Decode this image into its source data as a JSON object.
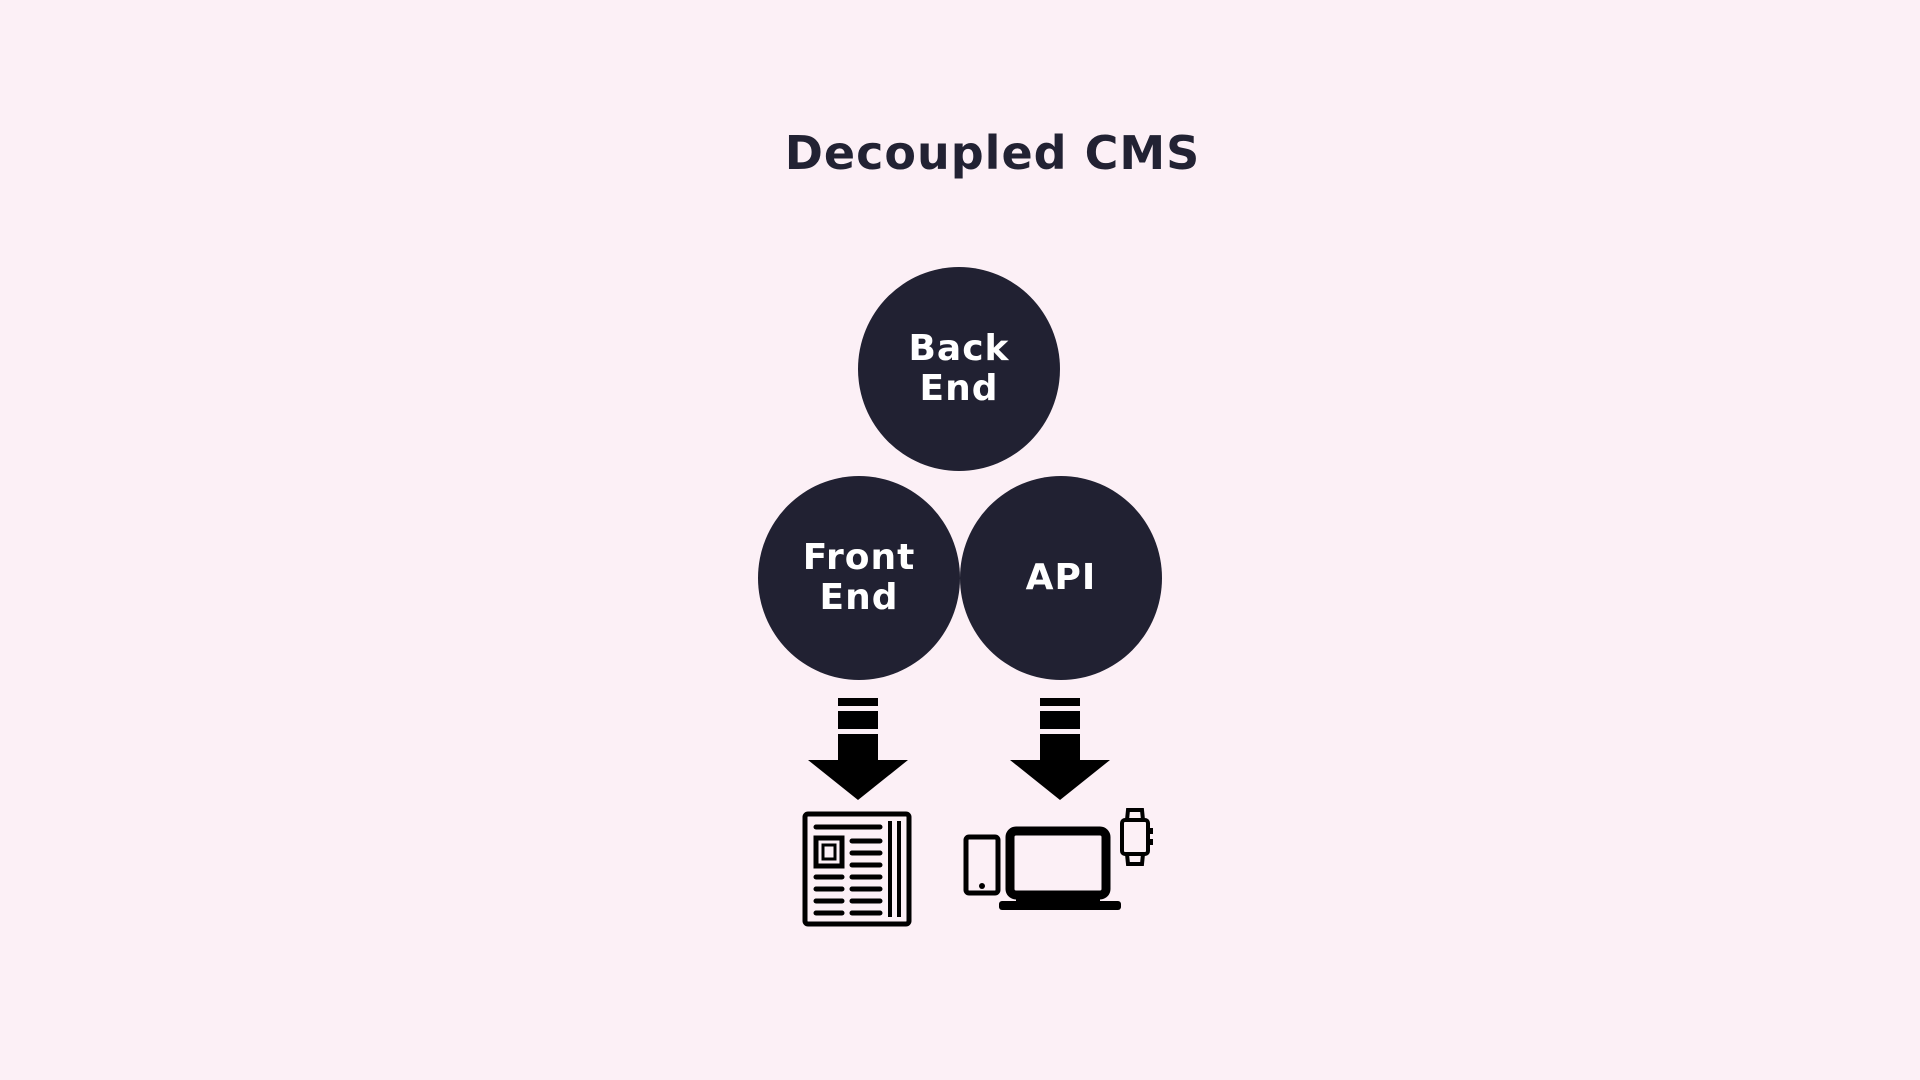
{
  "title": "Decoupled CMS",
  "nodes": {
    "back_end": {
      "line1": "Back",
      "line2": "End"
    },
    "front_end": {
      "line1": "Front",
      "line2": "End"
    },
    "api": {
      "label": "API"
    }
  },
  "icons": {
    "front_end_output": "newspaper-icon",
    "api_output": "devices-icon",
    "arrow": "down-arrow-icon"
  },
  "colors": {
    "background": "#fcf0f6",
    "node_fill": "#212132",
    "node_text": "#ffffff",
    "title_text": "#222233",
    "icon": "#000000"
  }
}
